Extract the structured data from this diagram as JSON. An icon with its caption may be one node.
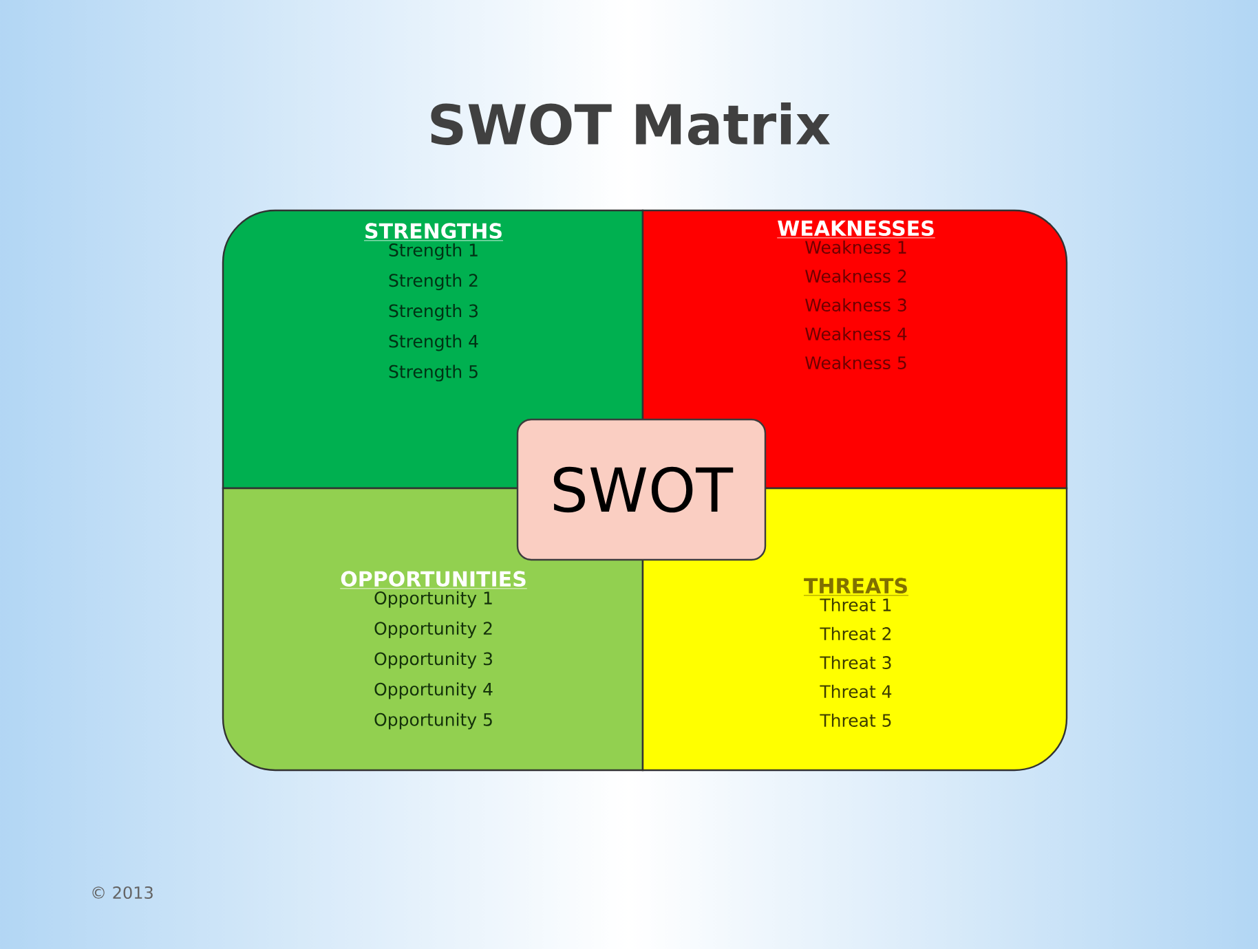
{
  "diagram": {
    "title": "SWOT Matrix",
    "nodes": [
      {
        "text": [
          "STRENGTHS",
          "Strength 1",
          "Strength 2",
          "Strength 3",
          "Strength 4",
          "Strength 5"
        ]
      },
      {
        "text": [
          "WEAKNESSES",
          "Weakness 1",
          "Weakness 2",
          "Weakness 3",
          "Weakness 4",
          "Weakness 5"
        ]
      },
      {
        "text": [
          "OPPORTUNITIES",
          "Opportunity 1",
          "Opportunity  2",
          "Opportunity  3",
          "Opportunity  4",
          "Opportunity  5"
        ]
      },
      {
        "text": [
          "THREATS",
          "Threat 1",
          "Threat 2",
          "Threat 3",
          "Threat 4",
          "Threat 5"
        ]
      },
      {
        "text": [
          "SWOT"
        ]
      }
    ],
    "edges": [],
    "labels": [
      "© 2013"
    ]
  }
}
